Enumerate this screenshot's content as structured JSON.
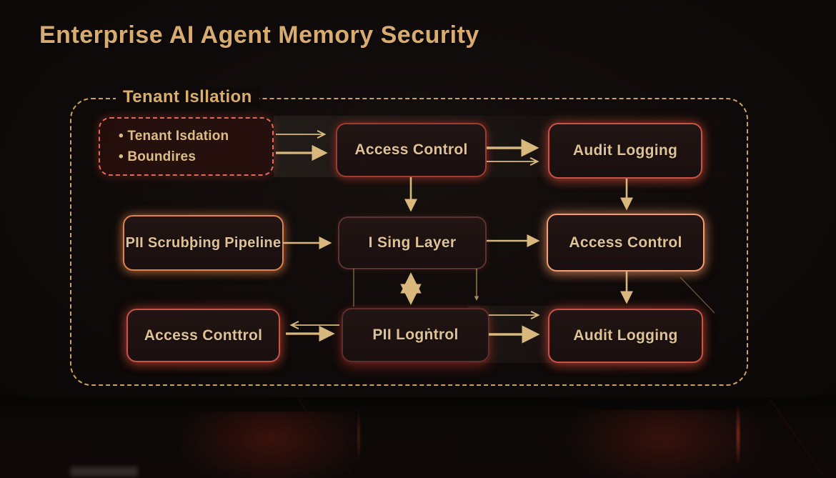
{
  "page": {
    "title": "Enterprise AI Agent Memory Security"
  },
  "diagram": {
    "container_label": "Tenant Isllation",
    "nodes": {
      "tenant_notes": {
        "bullets": [
          "Tenant Isdation",
          "Boundires"
        ]
      },
      "access_control_top": {
        "label": "Access Control"
      },
      "audit_logging_top": {
        "label": "Audit Logging"
      },
      "pii_scrubbing": {
        "label": "PII Scrubþing Pipeline"
      },
      "sing_layer": {
        "label": "I Sing Layer"
      },
      "access_control_mid": {
        "label": "Access Control"
      },
      "access_control_bottom": {
        "label": "Access Conttrol"
      },
      "pii_logntrol": {
        "label": "PII Logṅtrol"
      },
      "audit_logging_bottom": {
        "label": "Audit Logging"
      }
    },
    "edges": [
      {
        "from": "tenant-notes",
        "to": "access-control-top",
        "style": "double-horizontal-right"
      },
      {
        "from": "access-control-top",
        "to": "audit-logging-top",
        "style": "double-horizontal-right"
      },
      {
        "from": "access-control-top",
        "to": "sing-layer",
        "style": "down"
      },
      {
        "from": "audit-logging-top",
        "to": "access-control-mid",
        "style": "down"
      },
      {
        "from": "pii-scrubbing",
        "to": "sing-layer",
        "style": "right"
      },
      {
        "from": "sing-layer",
        "to": "access-control-mid",
        "style": "right"
      },
      {
        "from": "sing-layer",
        "to": "pii-logntrol",
        "style": "bidirectional-vertical"
      },
      {
        "from": "sing-layer",
        "to": "pii-logntrol",
        "style": "plain-line-left-side"
      },
      {
        "from": "sing-layer",
        "to": "pii-logntrol",
        "style": "thin-down-right-side"
      },
      {
        "from": "access-control-mid",
        "to": "audit-logging-bottom",
        "style": "down"
      },
      {
        "from": "pii-logntrol",
        "to": "access-control-bottom",
        "style": "left"
      },
      {
        "from": "access-control-bottom",
        "to": "pii-logntrol",
        "style": "right"
      },
      {
        "from": "pii-logntrol",
        "to": "audit-logging-bottom",
        "style": "double-horizontal-right"
      }
    ]
  },
  "colors": {
    "background": "#0e0a09",
    "title_gold": "#d8ab70",
    "container_dash_gold": "#c7a263",
    "node_text_gold": "#dec295",
    "arrow_gold": "#d9b87e",
    "red_glow": "#c83c2d",
    "red_glow_strong": "#cb5246",
    "orange_glow": "#e0834f",
    "orange_glow_bright": "#f0a074",
    "notes_dash_red": "#e0695b"
  }
}
